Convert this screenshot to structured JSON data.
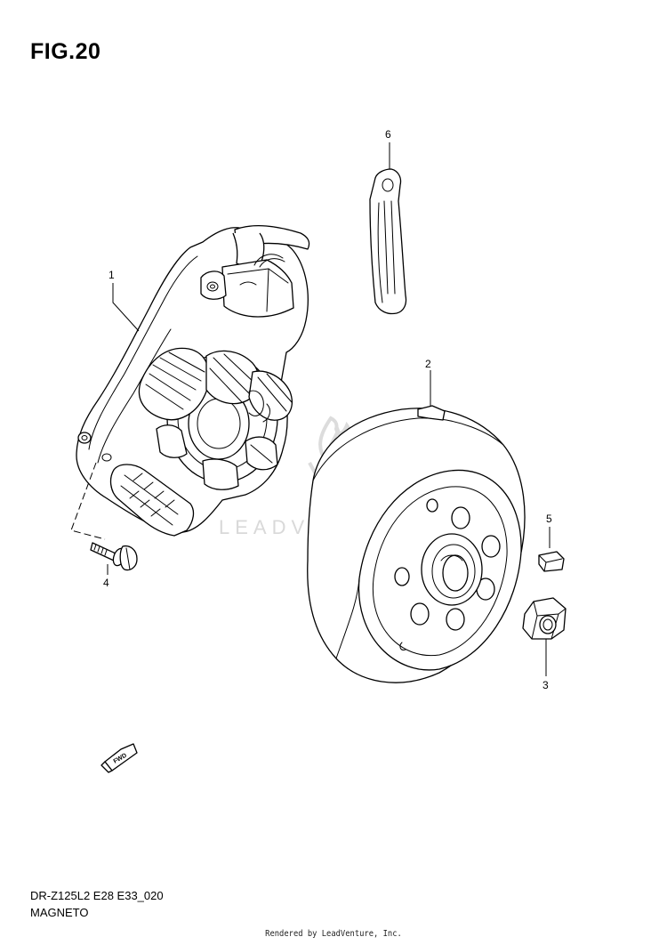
{
  "figure": {
    "title": "FIG.20"
  },
  "callouts": {
    "stator": "1",
    "rotor": "2",
    "nut": "3",
    "bolt": "4",
    "key": "5",
    "clamp": "6"
  },
  "footer": {
    "model_code": "DR-Z125L2 E28 E33_020",
    "section_name": "MAGNETO",
    "rendered_by": "Rendered by LeadVenture, Inc."
  },
  "watermark": {
    "text": "LEADVENTURE"
  },
  "fwd_badge": {
    "text": "FWD"
  },
  "colors": {
    "line": "#000000",
    "watermark": "#d9d9d9",
    "background": "#ffffff"
  }
}
